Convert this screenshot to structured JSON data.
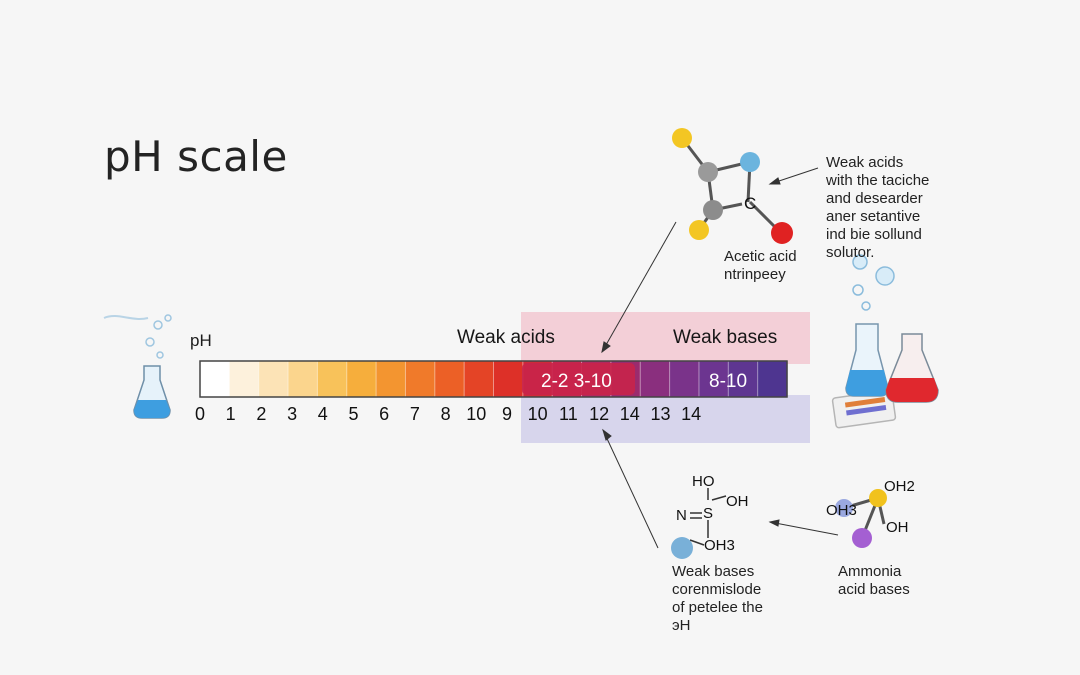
{
  "title": "pH scale",
  "scale": {
    "label": "pH",
    "ticks": [
      "0",
      "1",
      "2",
      "3",
      "4",
      "5",
      "6",
      "7",
      "8",
      "10",
      "9",
      "10",
      "11",
      "12",
      "14",
      "13",
      "14"
    ],
    "colors": [
      "#ffffff",
      "#fdf1dc",
      "#fce3b6",
      "#fbd58d",
      "#f8c25a",
      "#f6ae3c",
      "#f39530",
      "#f07a2a",
      "#ec6026",
      "#e44426",
      "#dd3028",
      "#d02a3a",
      "#c5264f",
      "#b3285e",
      "#9b2b6e",
      "#8a2f7e",
      "#7a338a",
      "#6c3590",
      "#5e3691",
      "#4e3590"
    ]
  },
  "regions": {
    "weak_acids_label": "Weak acids",
    "weak_bases_label": "Weak bases",
    "acid_range": "2-2  3-10",
    "base_range": "8-10"
  },
  "annotations": {
    "top_right": [
      "Weak acids",
      "with the taciche",
      "and desearder",
      "aner setantive",
      "ind bie sollund",
      "solutor."
    ],
    "acetic": [
      "Acetic acid",
      "ntrinpeey"
    ],
    "weak_bases": [
      "Weak bases",
      "corenmislode",
      "of petelee the",
      "эH"
    ],
    "ammonia": [
      "Ammonia",
      "acid bases"
    ]
  },
  "molecules": {
    "acetic_c": "C",
    "bottom_labels": [
      "HO",
      "OH",
      "N",
      "S",
      "OH3"
    ],
    "ammonia_labels": [
      "OH2",
      "OH3",
      "OH"
    ]
  },
  "colors": {
    "acid_region": "#f2c6cf",
    "base_region": "#cfcdea",
    "highlight": "#c8234a",
    "flask_blue": "#3e9ee0",
    "flask_red": "#e0282e"
  }
}
